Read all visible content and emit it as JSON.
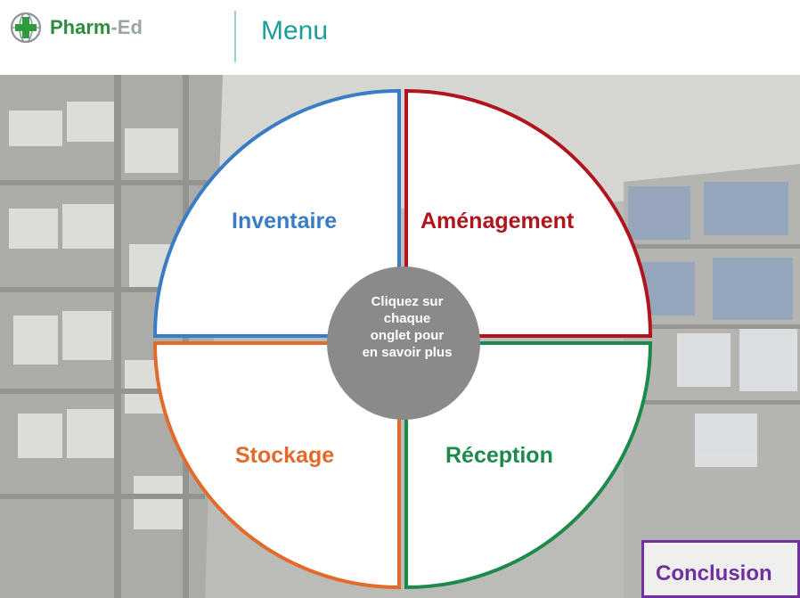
{
  "brand": {
    "name_part1": "Pharm",
    "name_part2": "-Ed",
    "logo_icon": "pharmacy-cross-globe-icon"
  },
  "header": {
    "title": "Menu"
  },
  "wheel": {
    "quadrants": [
      {
        "label": "Inventaire",
        "color": "#3a7dc4"
      },
      {
        "label": "Aménagement",
        "color": "#b0141c"
      },
      {
        "label": "Stockage",
        "color": "#e26a2b"
      },
      {
        "label": "Réception",
        "color": "#1d8a4b"
      }
    ],
    "center_text": [
      "Cliquez sur",
      "chaque",
      "onglet pour",
      "en savoir plus"
    ],
    "center_color": "#8a8a8a"
  },
  "buttons": {
    "conclusion_label": "Conclusion",
    "conclusion_color": "#7030a0"
  }
}
